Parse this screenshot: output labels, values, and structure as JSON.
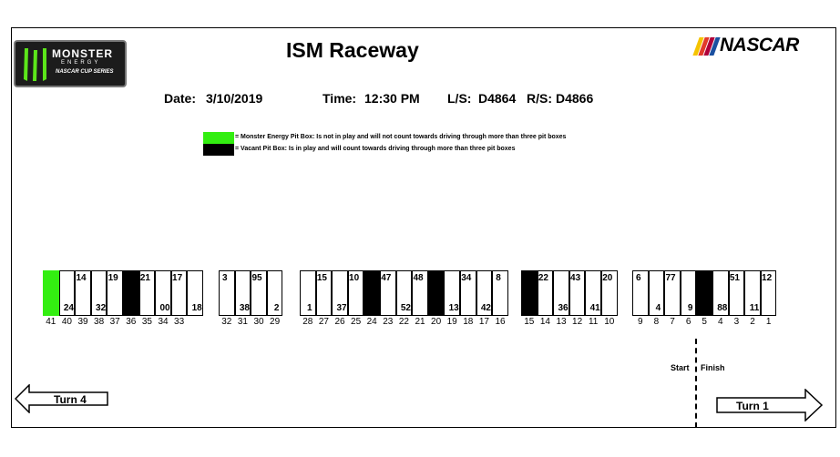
{
  "header": {
    "title": "ISM Raceway",
    "date_label": "Date:",
    "date_value": "3/10/2019",
    "time_label": "Time:",
    "time_value": "12:30 PM",
    "ls_label": "L/S:",
    "ls_value": "D4864",
    "rs_label": "R/S:",
    "rs_value": "D4866"
  },
  "logos": {
    "monster": {
      "line1": "MONSTER",
      "line2": "ENERGY",
      "line3": "NASCAR CUP SERIES"
    },
    "nascar": {
      "text": "NASCAR",
      "stripe_colors": [
        "#f5c400",
        "#e23b2a",
        "#b0003a",
        "#1a4fa0"
      ]
    }
  },
  "legend": [
    {
      "color": "#33ee11",
      "text": "= Monster Energy Pit Box: Is not in play and will not count towards driving through more than three pit boxes"
    },
    {
      "color": "#000000",
      "text": "= Vacant Pit Box:  Is in play and will count towards driving through more than three pit boxes"
    }
  ],
  "pit_groups": [
    {
      "boxes": [
        {
          "pit": "41",
          "fill": "green"
        },
        {
          "pit": "40",
          "car": "24",
          "pos": "bot"
        },
        {
          "pit": "39",
          "car": "14",
          "pos": "top"
        },
        {
          "pit": "38",
          "car": "32",
          "pos": "bot"
        },
        {
          "pit": "37",
          "car": "19",
          "pos": "top"
        },
        {
          "pit": "36",
          "fill": "black"
        },
        {
          "pit": "35",
          "car": "21",
          "pos": "top"
        },
        {
          "pit": "34",
          "car": "00",
          "pos": "bot"
        },
        {
          "pit": "33",
          "car": "17",
          "pos": "top"
        },
        {
          "pit": "",
          "car": "18",
          "pos": "bot"
        }
      ]
    },
    {
      "boxes": [
        {
          "pit": "32",
          "car": "3",
          "pos": "top"
        },
        {
          "pit": "31",
          "car": "38",
          "pos": "bot"
        },
        {
          "pit": "30",
          "car": "95",
          "pos": "top"
        },
        {
          "pit": "29",
          "car": "2",
          "pos": "bot"
        }
      ]
    },
    {
      "boxes": [
        {
          "pit": "28",
          "car": "1",
          "pos": "bot"
        },
        {
          "pit": "27",
          "car": "15",
          "pos": "top"
        },
        {
          "pit": "26",
          "car": "37",
          "pos": "bot"
        },
        {
          "pit": "25",
          "car": "10",
          "pos": "top"
        },
        {
          "pit": "24",
          "fill": "black"
        },
        {
          "pit": "23",
          "car": "47",
          "pos": "top"
        },
        {
          "pit": "22",
          "car": "52",
          "pos": "bot"
        },
        {
          "pit": "21",
          "car": "48",
          "pos": "top"
        },
        {
          "pit": "20",
          "fill": "black"
        },
        {
          "pit": "19",
          "car": "13",
          "pos": "bot"
        },
        {
          "pit": "18",
          "car": "34",
          "pos": "top"
        },
        {
          "pit": "17",
          "car": "42",
          "pos": "bot"
        },
        {
          "pit": "16",
          "car": "8",
          "pos": "top"
        }
      ]
    },
    {
      "boxes": [
        {
          "pit": "15",
          "fill": "black"
        },
        {
          "pit": "14",
          "car": "22",
          "pos": "top"
        },
        {
          "pit": "13",
          "car": "36",
          "pos": "bot"
        },
        {
          "pit": "12",
          "car": "43",
          "pos": "top"
        },
        {
          "pit": "11",
          "car": "41",
          "pos": "bot"
        },
        {
          "pit": "10",
          "car": "20",
          "pos": "top"
        }
      ]
    },
    {
      "boxes": [
        {
          "pit": "9",
          "car": "6",
          "pos": "top"
        },
        {
          "pit": "8",
          "car": "4",
          "pos": "bot"
        },
        {
          "pit": "7",
          "car": "77",
          "pos": "top"
        },
        {
          "pit": "6",
          "car": "9",
          "pos": "bot"
        },
        {
          "pit": "5",
          "fill": "black"
        },
        {
          "pit": "4",
          "car": "88",
          "pos": "bot"
        },
        {
          "pit": "3",
          "car": "51",
          "pos": "top"
        },
        {
          "pit": "2",
          "car": "11",
          "pos": "bot"
        },
        {
          "pit": "1",
          "car": "12",
          "pos": "top"
        }
      ]
    }
  ],
  "track": {
    "start_label": "Start",
    "finish_label": "Finish",
    "turn4_label": "Turn 4",
    "turn1_label": "Turn 1"
  }
}
